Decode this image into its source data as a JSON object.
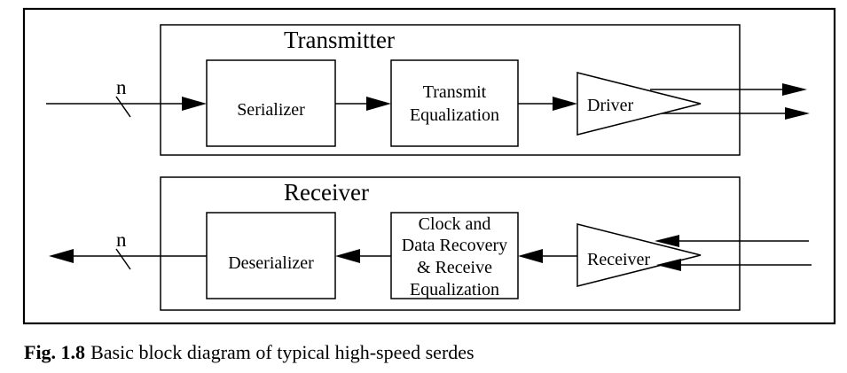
{
  "transmitter": {
    "title": "Transmitter",
    "bus_width_label": "n",
    "serializer": "Serializer",
    "equalization_lines": [
      "Transmit",
      "Equalization"
    ],
    "driver": "Driver"
  },
  "receiver": {
    "title": "Receiver",
    "bus_width_label": "n",
    "deserializer": "Deserializer",
    "cdr_lines": [
      "Clock and",
      "Data Recovery",
      "& Receive",
      "Equalization"
    ],
    "receiver_amp": "Receiver"
  },
  "caption": {
    "label": "Fig. 1.8",
    "text": "Basic block diagram of typical high-speed serdes"
  }
}
